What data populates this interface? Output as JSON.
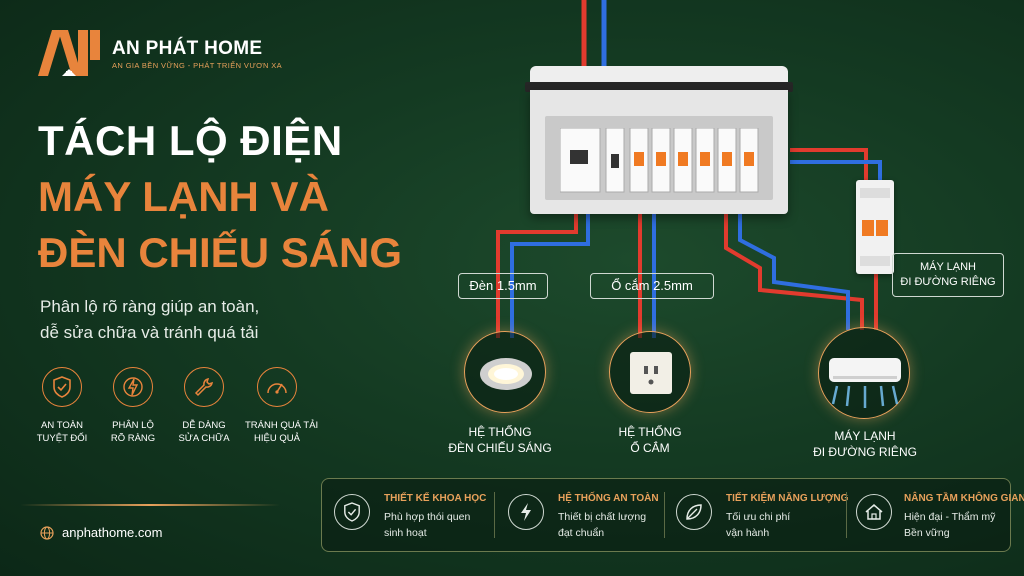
{
  "brand": {
    "name": "AN PHÁT HOME",
    "tagline": "AN GIA BỀN VỮNG - PHÁT TRIỂN VƯƠN XA"
  },
  "headline": {
    "line1": "TÁCH LỘ ĐIỆN",
    "line2": "MÁY LẠNH VÀ",
    "line3": "ĐÈN CHIẾU SÁNG"
  },
  "subtitle": {
    "line1": "Phân lộ rõ ràng giúp an toàn,",
    "line2": "dễ sửa chữa và tránh quá tải"
  },
  "benefits": [
    {
      "icon": "shield-check-icon",
      "line1": "AN TOÀN",
      "line2": "TUYỆT ĐỐI"
    },
    {
      "icon": "lightning-icon",
      "line1": "PHÂN LỘ",
      "line2": "RÕ RÀNG"
    },
    {
      "icon": "wrench-icon",
      "line1": "DỄ DÀNG",
      "line2": "SỬA CHỮA"
    },
    {
      "icon": "gauge-icon",
      "line1": "TRÁNH QUÁ TẢI",
      "line2": "HIỆU QUẢ"
    }
  ],
  "website": "anphathome.com",
  "diagram": {
    "label_den": "Đèn 1.5mm",
    "label_ocam": "Ổ cắm 2.5mm",
    "label_ml_1": "MÁY LẠNH",
    "label_ml_2": "ĐI ĐƯỜNG RIÊNG",
    "cap_den_1": "HỆ THỐNG",
    "cap_den_2": "ĐÈN CHIẾU SÁNG",
    "cap_ocam_1": "HỆ THỐNG",
    "cap_ocam_2": "Ổ CẮM",
    "cap_ml_1": "MÁY LẠNH",
    "cap_ml_2": "ĐI ĐƯỜNG RIÊNG"
  },
  "features": [
    {
      "icon": "shield-check-icon",
      "title": "THIẾT KẾ KHOA HỌC",
      "line1": "Phù hợp thói quen",
      "line2": "sinh hoạt"
    },
    {
      "icon": "lightning-icon",
      "title": "HỆ THỐNG AN TOÀN",
      "line1": "Thiết bị chất lượng",
      "line2": "đạt chuẩn"
    },
    {
      "icon": "leaf-icon",
      "title": "TIẾT KIỆM NĂNG LƯỢNG",
      "line1": "Tối ưu chi phí",
      "line2": "vận hành"
    },
    {
      "icon": "house-icon",
      "title": "NÂNG TẦM KHÔNG GIAN",
      "line1": "Hiện đại - Thẩm mỹ",
      "line2": "Bền vững"
    }
  ],
  "colors": {
    "accent": "#e8843c",
    "background": "#143a22",
    "wire_red": "#e23b2e",
    "wire_blue": "#2f6ee0"
  }
}
